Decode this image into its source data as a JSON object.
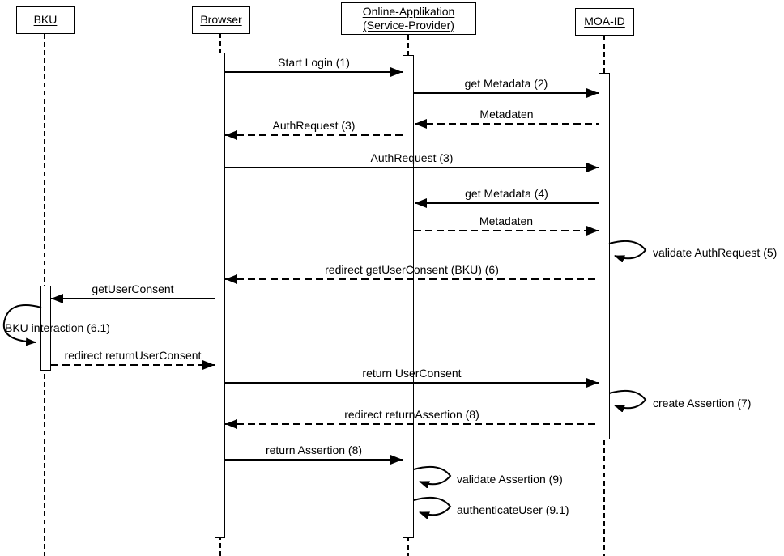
{
  "diagram_type": "uml-sequence",
  "colors": {
    "line": "#000000",
    "background": "#ffffff"
  },
  "actors": [
    {
      "id": "bku",
      "label": "BKU"
    },
    {
      "id": "browser",
      "label": "Browser"
    },
    {
      "id": "online-app",
      "label": "Online-Applikation (Service-Provider)"
    },
    {
      "id": "moa-id",
      "label": "MOA-ID"
    }
  ],
  "messages": [
    {
      "label": "Start Login (1)",
      "from": "Browser",
      "to": "Online-Applikation (Service-Provider)",
      "type": "solid"
    },
    {
      "label": "get Metadata (2)",
      "from": "Online-Applikation (Service-Provider)",
      "to": "MOA-ID",
      "type": "solid"
    },
    {
      "label": "Metadaten",
      "from": "MOA-ID",
      "to": "Online-Applikation (Service-Provider)",
      "type": "dashed"
    },
    {
      "label": "AuthRequest (3)",
      "from": "Online-Applikation (Service-Provider)",
      "to": "Browser",
      "type": "dashed"
    },
    {
      "label": "AuthRequest (3)",
      "from": "Browser",
      "to": "MOA-ID",
      "type": "solid"
    },
    {
      "label": "get Metadata (4)",
      "from": "MOA-ID",
      "to": "Online-Applikation (Service-Provider)",
      "type": "solid"
    },
    {
      "label": "Metadaten",
      "from": "Online-Applikation (Service-Provider)",
      "to": "MOA-ID",
      "type": "dashed"
    },
    {
      "label": "redirect getUserConsent (BKU) (6)",
      "from": "MOA-ID",
      "to": "Browser",
      "type": "dashed"
    },
    {
      "label": "getUserConsent",
      "from": "Browser",
      "to": "BKU",
      "type": "solid"
    },
    {
      "label": "redirect returnUserConsent",
      "from": "BKU",
      "to": "Browser",
      "type": "dashed"
    },
    {
      "label": "return UserConsent",
      "from": "Browser",
      "to": "MOA-ID",
      "type": "solid"
    },
    {
      "label": "redirect returnAssertion (8)",
      "from": "MOA-ID",
      "to": "Browser",
      "type": "dashed"
    },
    {
      "label": "return Assertion (8)",
      "from": "Browser",
      "to": "Online-Applikation (Service-Provider)",
      "type": "solid"
    }
  ],
  "self_messages": [
    {
      "label": "validate AuthRequest (5)",
      "actor": "MOA-ID"
    },
    {
      "label": "BKU interaction (6.1)",
      "actor": "BKU"
    },
    {
      "label": "create Assertion (7)",
      "actor": "MOA-ID"
    },
    {
      "label": "validate Assertion (9)",
      "actor": "Online-Applikation (Service-Provider)"
    },
    {
      "label": "authenticateUser (9.1)",
      "actor": "Online-Applikation (Service-Provider)"
    }
  ]
}
